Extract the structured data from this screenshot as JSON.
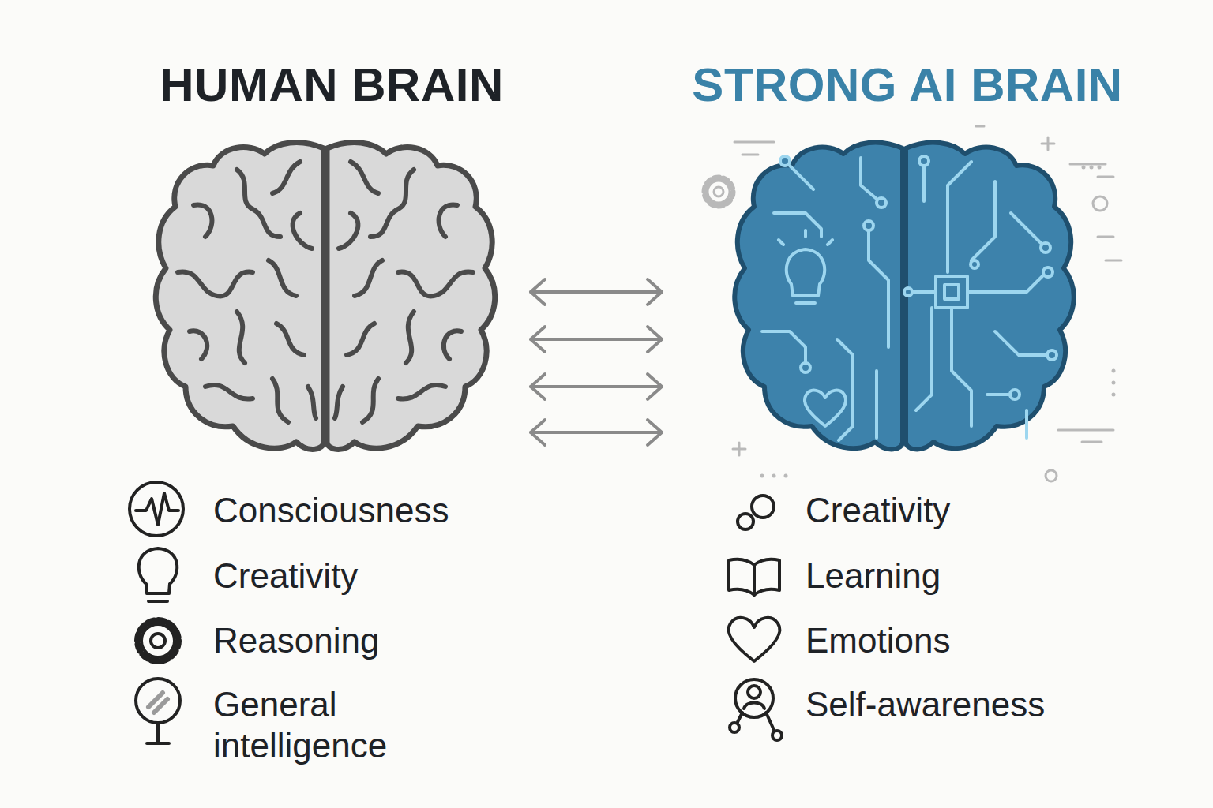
{
  "diagram": {
    "nodes": [
      {
        "text": [
          "HUMAN BRAIN",
          "Consciousness",
          "Creativity",
          "Reasoning",
          "General intelligence"
        ]
      },
      {
        "text": [
          "STRONG AI BRAIN",
          "Creativity",
          "Learning",
          "Emotions",
          "Self-awareness"
        ]
      }
    ],
    "edges": [
      {
        "from": 0,
        "to": 1,
        "arrow": "both"
      },
      {
        "from": 0,
        "to": 1,
        "arrow": "both"
      },
      {
        "from": 0,
        "to": 1,
        "arrow": "both"
      },
      {
        "from": 0,
        "to": 1,
        "arrow": "both"
      }
    ]
  }
}
